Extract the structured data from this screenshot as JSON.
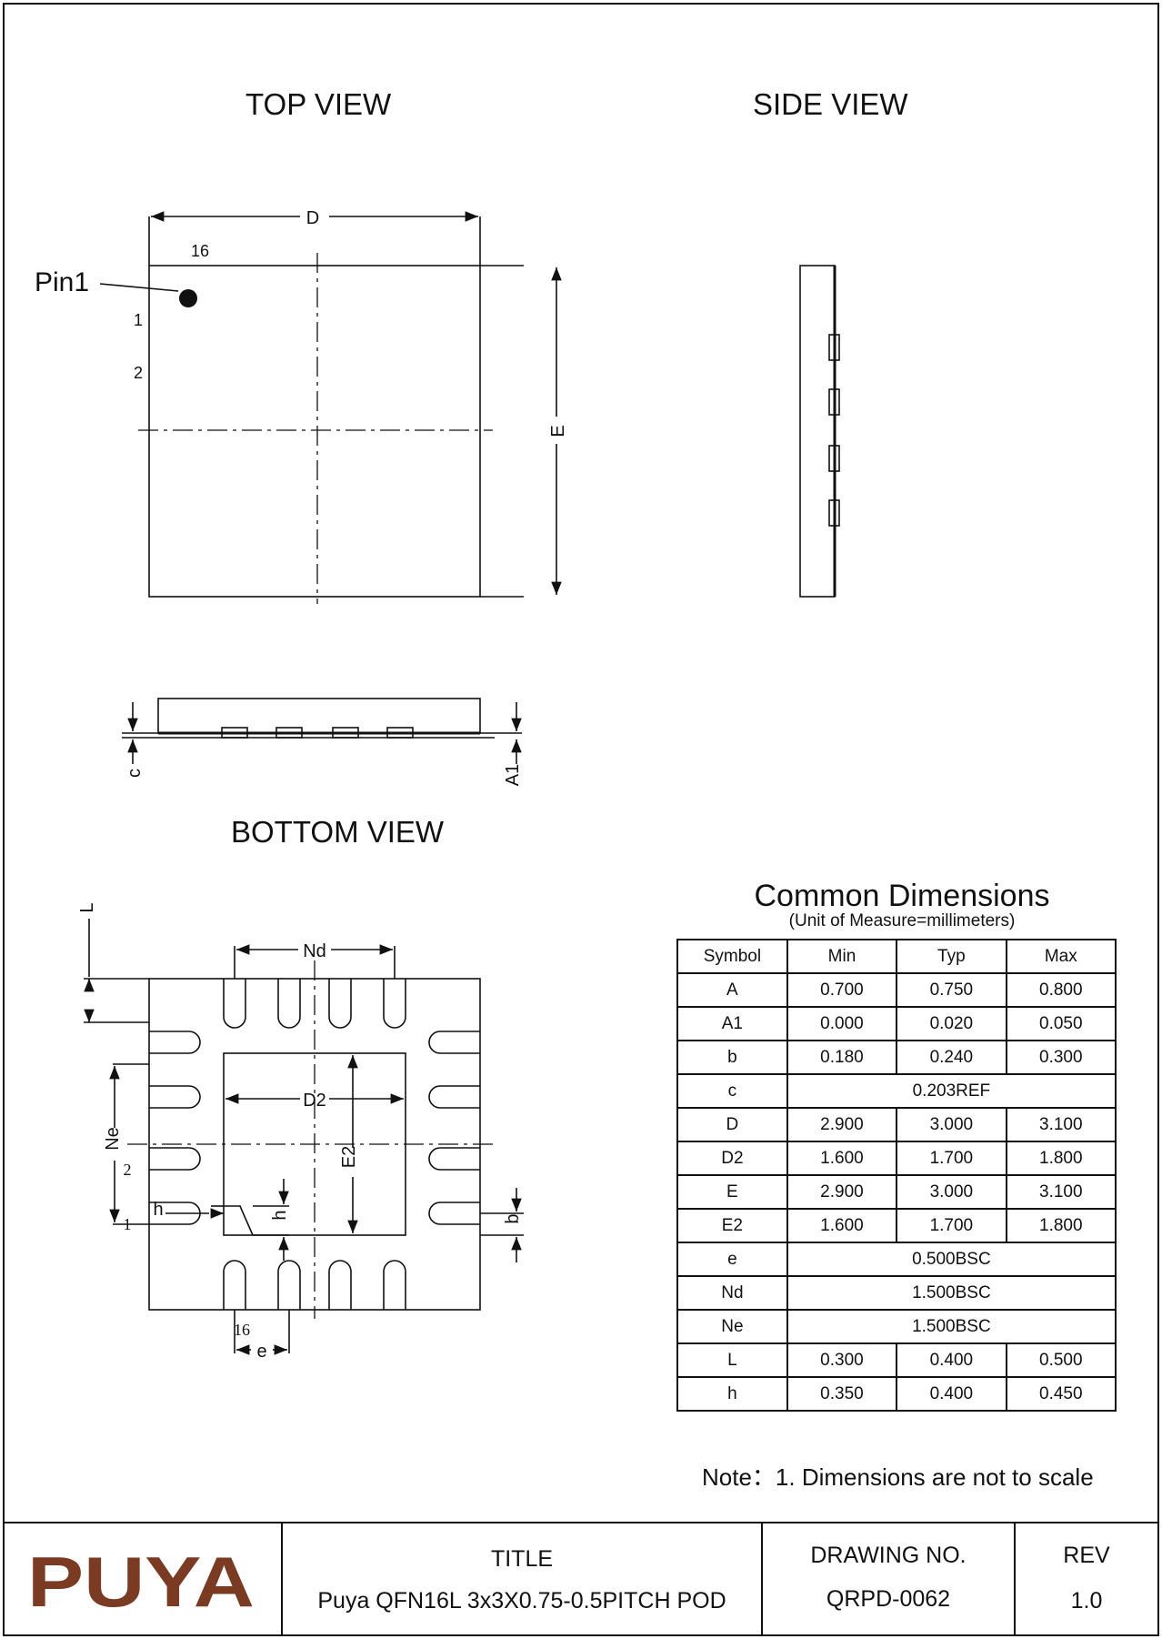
{
  "views": {
    "top": "TOP VIEW",
    "side": "SIDE VIEW",
    "bottom": "BOTTOM VIEW"
  },
  "top_view": {
    "pin1_label": "Pin1",
    "pin_16": "16",
    "pin_1": "1",
    "pin_2": "2",
    "dim_D": "D",
    "dim_E": "E"
  },
  "profile_view": {
    "dim_c": "c",
    "dim_A1": "A1"
  },
  "bottom_view": {
    "dim_L": "L",
    "dim_Nd": "Nd",
    "dim_D2": "D2",
    "dim_E2": "E2",
    "dim_Ne": "Ne",
    "pin_2": "2",
    "pin_1": "1",
    "dim_h1": "h",
    "dim_h2": "h",
    "dim_b": "b",
    "pin_16": "16",
    "dim_e": "e"
  },
  "dimensions": {
    "title": "Common Dimensions",
    "subtitle": "(Unit of Measure=millimeters)",
    "headers": [
      "Symbol",
      "Min",
      "Typ",
      "Max"
    ],
    "rows": [
      {
        "symbol": "A",
        "min": "0.700",
        "typ": "0.750",
        "max": "0.800"
      },
      {
        "symbol": "A1",
        "min": "0.000",
        "typ": "0.020",
        "max": "0.050"
      },
      {
        "symbol": "b",
        "min": "0.180",
        "typ": "0.240",
        "max": "0.300"
      },
      {
        "symbol": "c",
        "span": "0.203REF"
      },
      {
        "symbol": "D",
        "min": "2.900",
        "typ": "3.000",
        "max": "3.100"
      },
      {
        "symbol": "D2",
        "min": "1.600",
        "typ": "1.700",
        "max": "1.800"
      },
      {
        "symbol": "E",
        "min": "2.900",
        "typ": "3.000",
        "max": "3.100"
      },
      {
        "symbol": "E2",
        "min": "1.600",
        "typ": "1.700",
        "max": "1.800"
      },
      {
        "symbol": "e",
        "span": "0.500BSC"
      },
      {
        "symbol": "Nd",
        "span": "1.500BSC"
      },
      {
        "symbol": "Ne",
        "span": "1.500BSC"
      },
      {
        "symbol": "L",
        "min": "0.300",
        "typ": "0.400",
        "max": "0.500"
      },
      {
        "symbol": "h",
        "min": "0.350",
        "typ": "0.400",
        "max": "0.450"
      }
    ]
  },
  "note": "Note：1. Dimensions are not to scale",
  "title_block": {
    "logo": "PUYA",
    "logo_color": "#7a3b22",
    "title_label": "TITLE",
    "title_value": "Puya QFN16L 3x3X0.75-0.5PITCH POD",
    "drawing_label": "DRAWING NO.",
    "drawing_value": "QRPD-0062",
    "rev_label": "REV",
    "rev_value": "1.0"
  }
}
